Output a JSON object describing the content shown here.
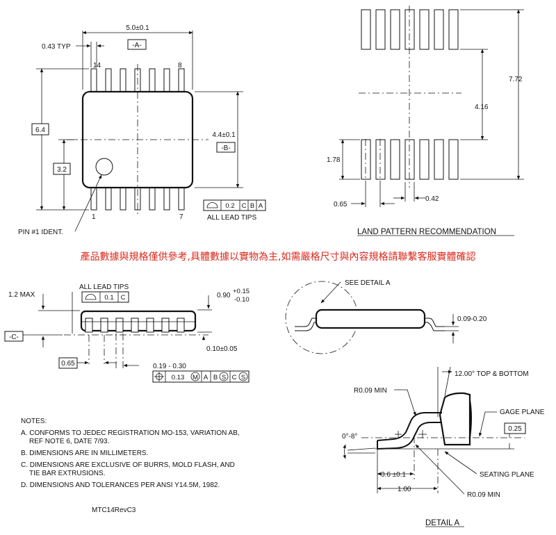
{
  "top_view": {
    "dim_width": "5.0±0.1",
    "datum_a": "-A-",
    "lead_width": "0.43 TYP",
    "pin_14": "14",
    "pin_8": "8",
    "pin_1": "1",
    "pin_7": "7",
    "dim_overall": "6.4",
    "dim_half": "3.2",
    "dim_body": "4.4±0.1",
    "datum_b": "-B-",
    "fcf_tol": "0.2",
    "fcf_c": "C",
    "fcf_b": "B",
    "fcf_a": "A",
    "all_lead_tips": "ALL LEAD TIPS",
    "pin1_ident": "PIN #1 IDENT."
  },
  "land_pattern": {
    "dim_772": "7.72",
    "dim_416": "4.16",
    "dim_178": "1.78",
    "dim_065": "0.65",
    "dim_042": "0.42",
    "title": "LAND PATTERN RECOMMENDATION"
  },
  "notice": "產品數據與規格僅供參考,具體數據以實物為主,如需嚴格尺寸與內容規格請聯繫客服實體確認",
  "side_view": {
    "max_height": "1.2 MAX",
    "all_lead_tips": "ALL LEAD TIPS",
    "fcf_tol": "0.1",
    "fcf_c": "C",
    "dim_090": "0.90",
    "tol_plus": "+0.15",
    "tol_minus": "-0.10",
    "datum_c": "-C-",
    "dim_standoff": "0.10±0.05",
    "dim_pitch": "0.65",
    "dim_lead_w": "0.19 - 0.30",
    "pos_tol": "0.13",
    "pos_m": "M",
    "pos_a": "A",
    "pos_b": "B",
    "pos_s1": "S",
    "pos_c": "C",
    "pos_s2": "S"
  },
  "end_view": {
    "see_detail": "SEE DETAIL A",
    "lead_thk": "0.09-0.20"
  },
  "detail_a": {
    "angle_top": "12.00° TOP & BOTTOM",
    "radius_top": "R0.09 MIN",
    "gage_plane": "GAGE PLANE",
    "gage_val": "0.25",
    "angle_foot": "0°-8°",
    "foot_len": "0.6 ±0.1",
    "seating_plane": "SEATING PLANE",
    "lead_len": "1.00",
    "radius_bottom": "R0.09 MIN",
    "title": "DETAIL A"
  },
  "notes": {
    "heading": "NOTES:",
    "a1": "A. CONFORMS TO JEDEC REGISTRATION MO-153, VARIATION AB,",
    "a2": "REF NOTE 6, DATE 7/93.",
    "b": "B. DIMENSIONS ARE IN MILLIMETERS.",
    "c1": "C. DIMENSIONS ARE EXCLUSIVE OF BURRS, MOLD FLASH, AND",
    "c2": "TIE BAR EXTRUSIONS.",
    "d": "D. DIMENSIONS AND TOLERANCES PER ANSI Y14.5M, 1982."
  },
  "drawing_id": "MTC14RevC3"
}
